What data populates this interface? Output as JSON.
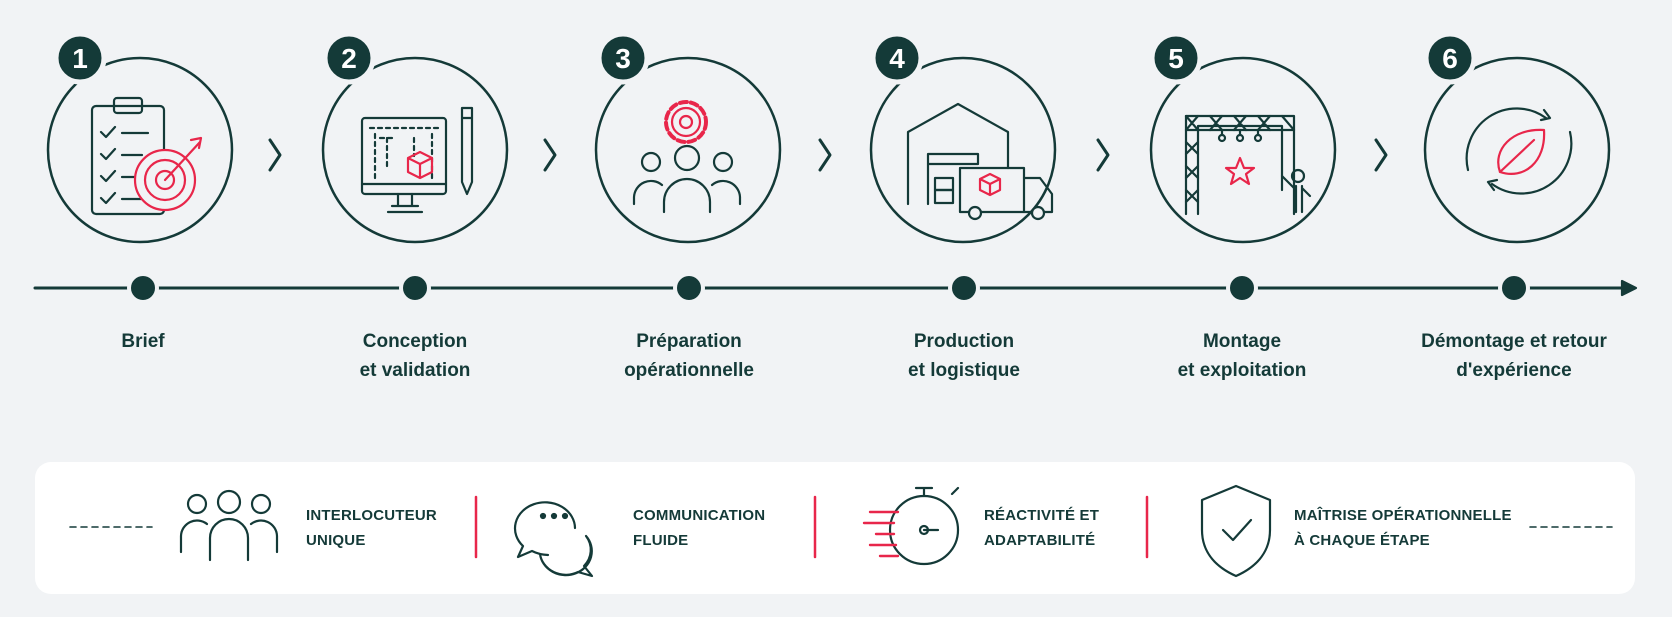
{
  "colors": {
    "primary": "#143a38",
    "accent": "#e8264a",
    "background": "#f1f3f5",
    "panel": "#ffffff"
  },
  "steps": [
    {
      "number": "1",
      "icon": "clipboard-target-icon",
      "line1": "Brief",
      "line2": ""
    },
    {
      "number": "2",
      "icon": "monitor-blueprint-icon",
      "line1": "Conception",
      "line2": "et validation"
    },
    {
      "number": "3",
      "icon": "team-gear-icon",
      "line1": "Préparation",
      "line2": "opérationnelle"
    },
    {
      "number": "4",
      "icon": "warehouse-truck-icon",
      "line1": "Production",
      "line2": "et logistique"
    },
    {
      "number": "5",
      "icon": "stage-truss-icon",
      "line1": "Montage",
      "line2": "et exploitation"
    },
    {
      "number": "6",
      "icon": "leaf-cycle-icon",
      "line1": "Démontage et retour",
      "line2": "d'expérience"
    }
  ],
  "features": [
    {
      "icon": "people-icon",
      "line1": "INTERLOCUTEUR",
      "line2": "UNIQUE"
    },
    {
      "icon": "chat-bubbles-icon",
      "line1": "COMMUNICATION",
      "line2": "FLUIDE"
    },
    {
      "icon": "stopwatch-icon",
      "line1": "RÉACTIVITÉ ET",
      "line2": "ADAPTABILITÉ"
    },
    {
      "icon": "shield-check-icon",
      "line1": "MAÎTRISE OPÉRATIONNELLE",
      "line2": "À CHAQUE ÉTAPE"
    }
  ]
}
